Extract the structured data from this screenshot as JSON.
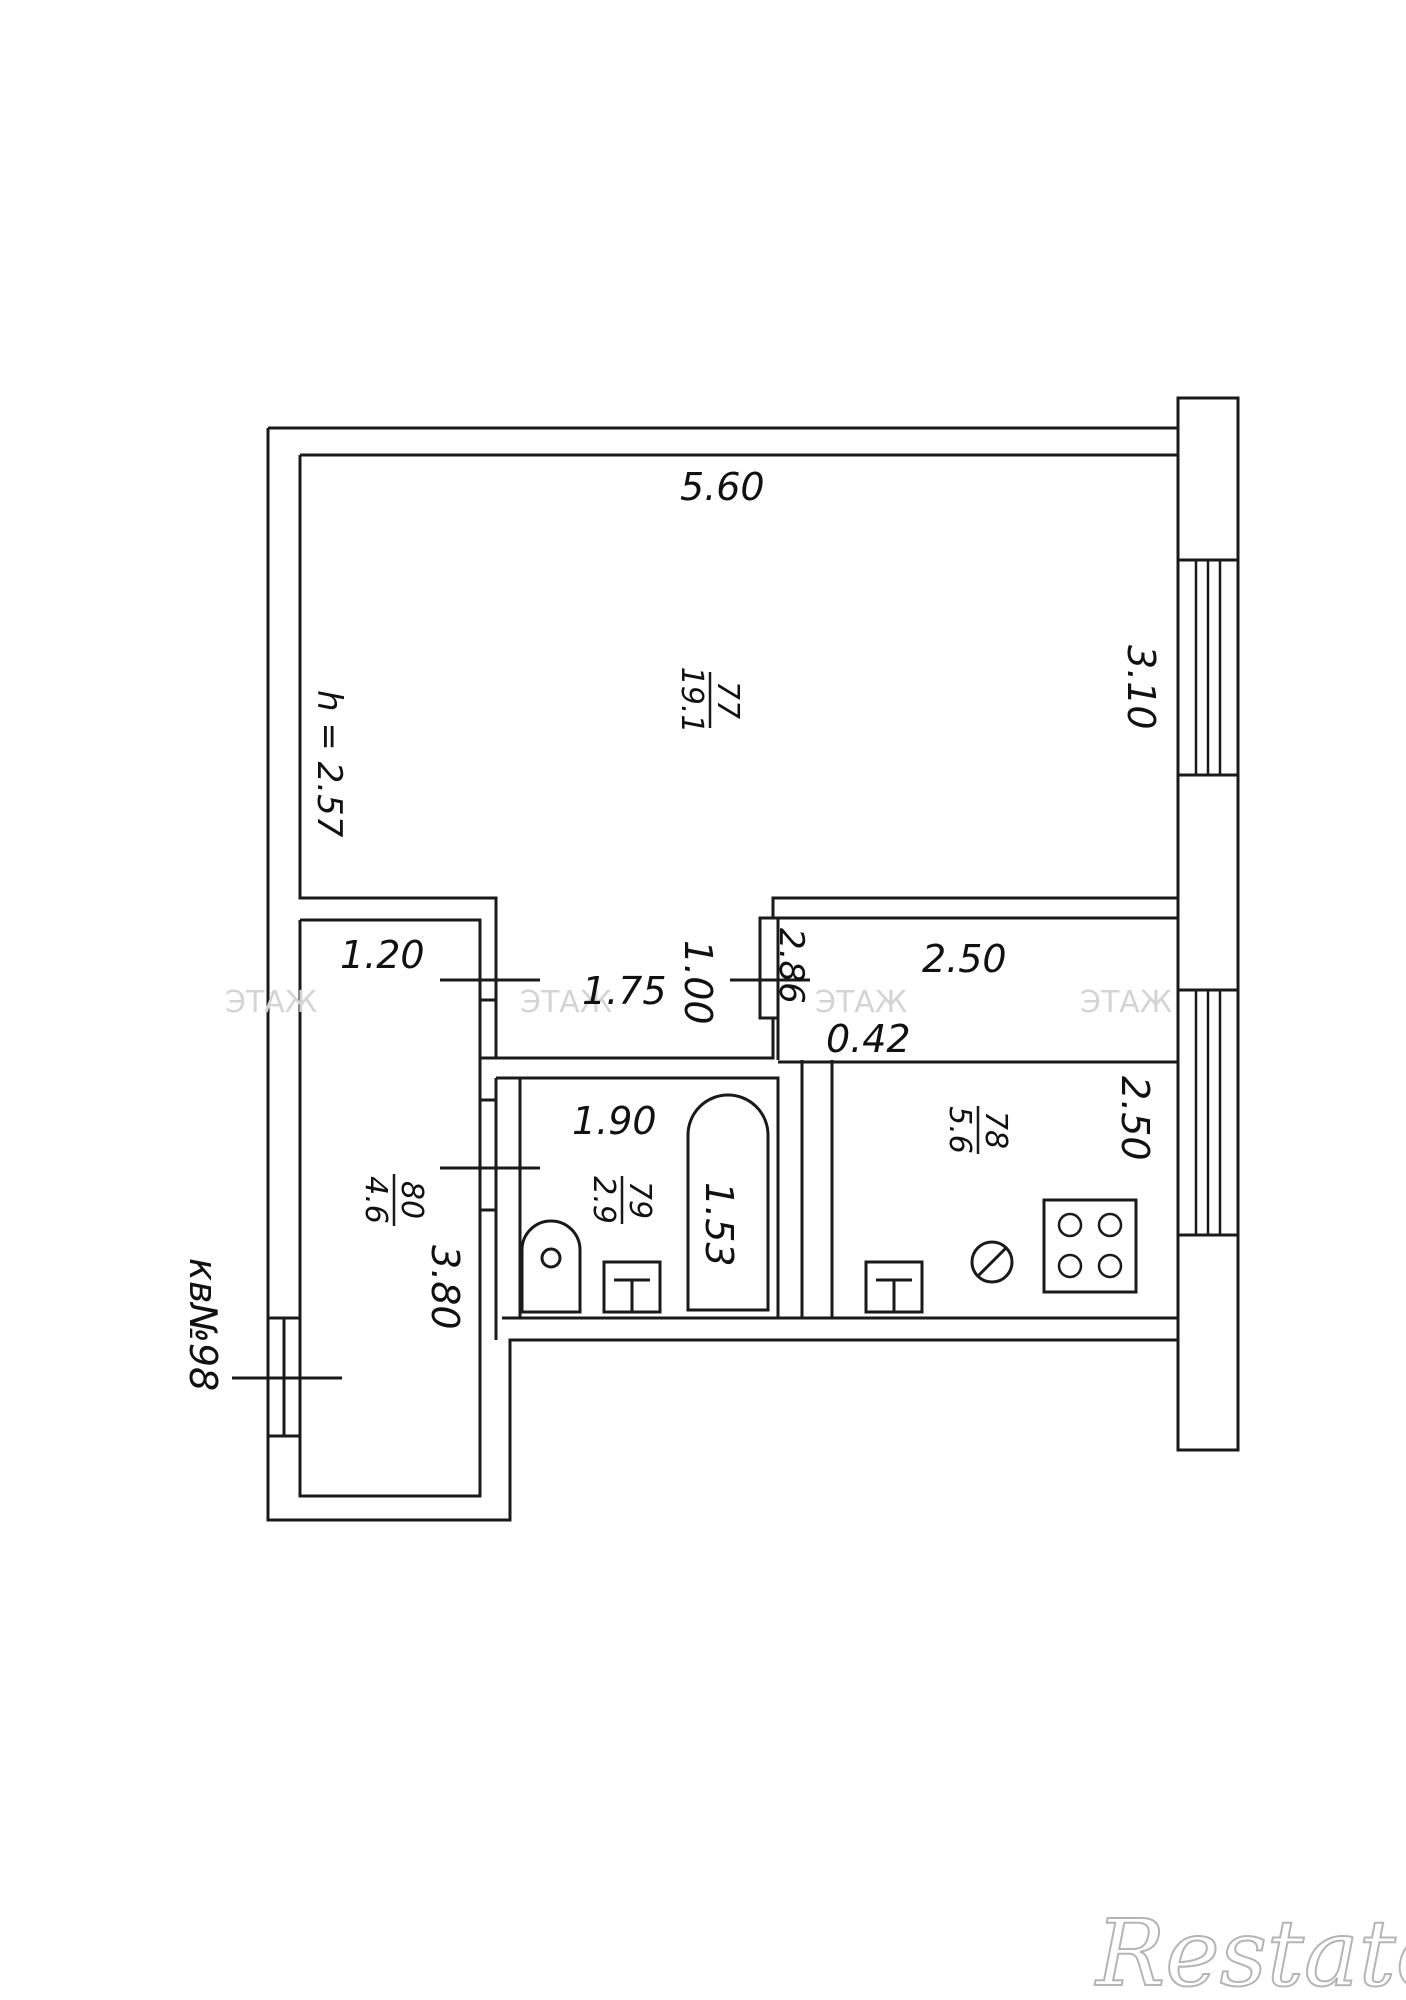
{
  "plan": {
    "height_label": "h = 2.57",
    "apartment_label": "кв№98",
    "watermark": "ЭТАЖ",
    "brand_watermark": "Restate"
  },
  "rooms": {
    "living": {
      "number": "77",
      "area": "19.1",
      "length": "5.60",
      "width": "3.10"
    },
    "hall": {
      "number": "80",
      "area": "4.6",
      "width": "1.20",
      "length": "3.80"
    },
    "bathroom": {
      "number": "79",
      "area": "2.9",
      "width": "1.90",
      "tub_length": "1.53"
    },
    "kitchen": {
      "number": "78",
      "area": "5.6",
      "width": "2.50",
      "length": "2.50"
    }
  },
  "dimensions": {
    "corridor_width": "1.75",
    "corridor_depth": "1.00",
    "side": "2.86",
    "niche": "0.42"
  },
  "icons": [
    "toilet-icon",
    "bathtub-icon",
    "sink-icon",
    "stove-icon",
    "gas-riser-icon"
  ]
}
